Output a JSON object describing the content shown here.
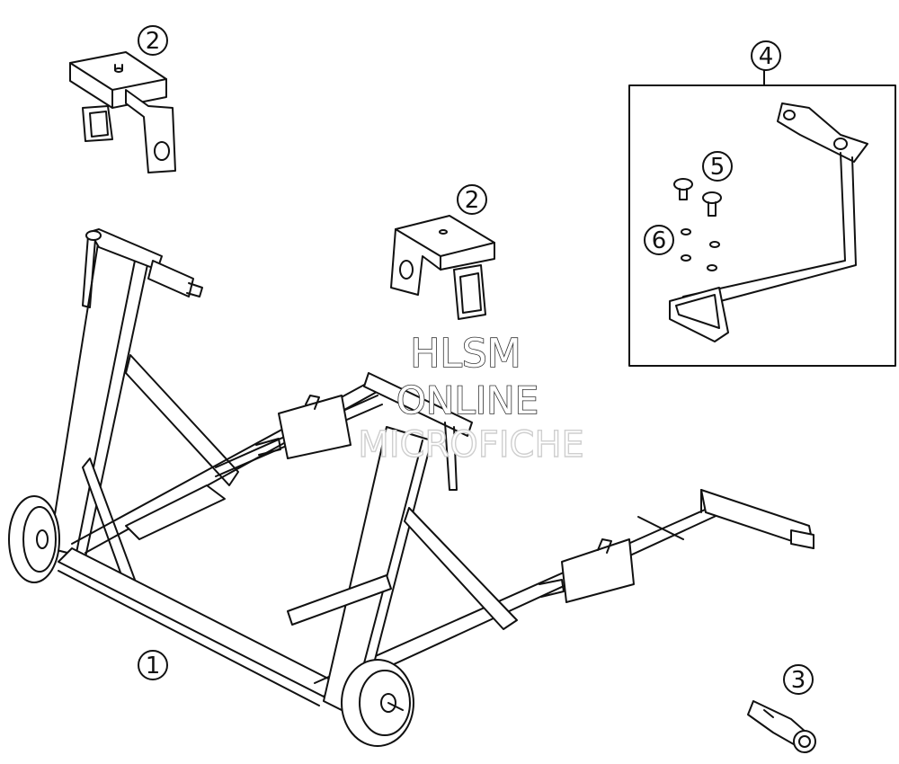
{
  "callouts": [
    {
      "id": "1",
      "label": "1"
    },
    {
      "id": "2a",
      "label": "2"
    },
    {
      "id": "2b",
      "label": "2"
    },
    {
      "id": "3",
      "label": "3"
    },
    {
      "id": "4",
      "label": "4"
    },
    {
      "id": "5",
      "label": "5"
    },
    {
      "id": "6",
      "label": "6"
    }
  ],
  "watermark": {
    "line1": "HLSM",
    "line2": "ONLINE",
    "line3": "MICROFICHE"
  }
}
